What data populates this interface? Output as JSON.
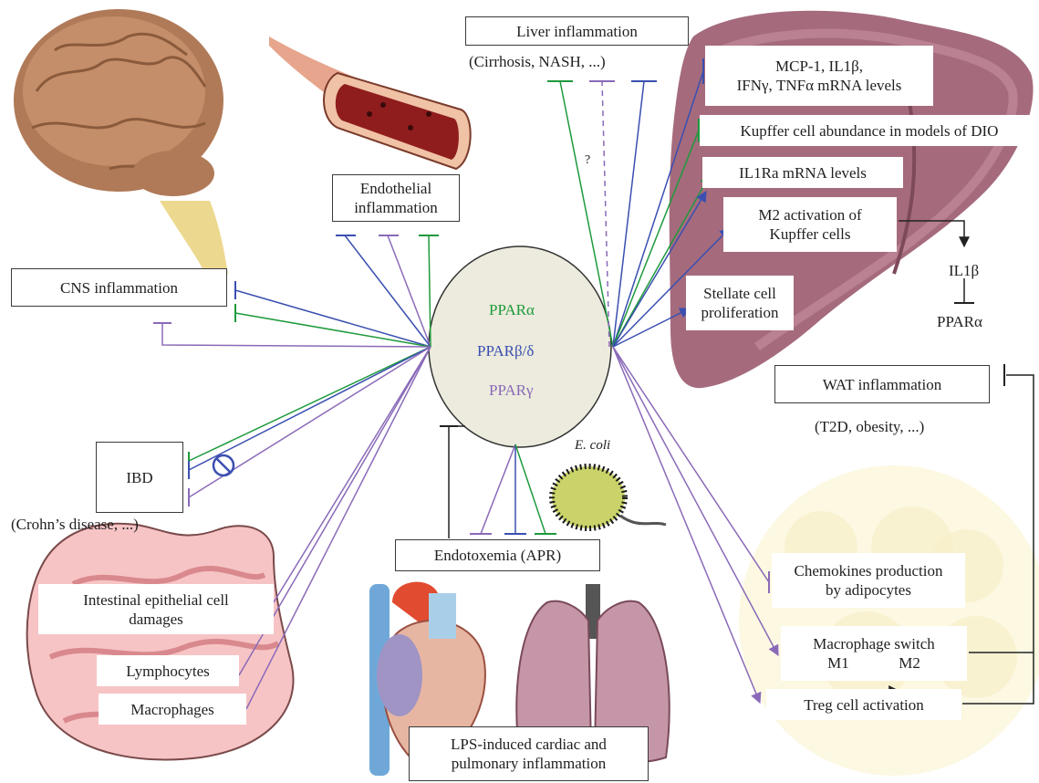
{
  "labels": {
    "liver_inflammation": "Liver inflammation",
    "liver_note": "(Cirrhosis, NASH, ...)",
    "endothelial_inflammation_l1": "Endothelial",
    "endothelial_inflammation_l2": "inflammation",
    "cns_inflammation": "CNS inflammation",
    "ibd": "IBD",
    "ibd_note": "(Crohn’s disease, ...)",
    "intestinal_l1": "Intestinal epithelial cell",
    "intestinal_l2": "damages",
    "lymphocytes": "Lymphocytes",
    "macrophages": "Macrophages",
    "endotoxemia": "Endotoxemia (APR)",
    "lps_l1": "LPS-induced cardiac and",
    "lps_l2": "pulmonary inflammation",
    "ecoli": "E. coli",
    "question_mark": "?",
    "mcp_l1": "MCP-1, IL1β,",
    "mcp_l2": "IFNγ, TNFα mRNA levels",
    "kupffer_abundance": "Kupffer cell abundance in models of DIO",
    "il1ra": "IL1Ra mRNA levels",
    "m2_l1": "M2 activation of",
    "m2_l2": "Kupffer cells",
    "stellate_l1": "Stellate cell",
    "stellate_l2": "proliferation",
    "il1b": "IL1β",
    "ppara_side": "PPARα",
    "wat_inflammation": "WAT inflammation",
    "wat_note": "(T2D, obesity, ...)",
    "chemokines_l1": "Chemokines production",
    "chemokines_l2": "by adipocytes",
    "macrophage_switch_l1": "Macrophage switch",
    "m1": "M1",
    "m2": "M2",
    "treg": "Treg cell activation"
  },
  "center": {
    "ppar_alpha": "PPARα",
    "ppar_beta_delta": "PPARβ/δ",
    "ppar_gamma": "PPARγ"
  },
  "colors": {
    "ppar_alpha": "#1e9a3c",
    "ppar_beta_delta": "#3a4fb0",
    "ppar_gamma": "#8a6ab8",
    "liver": "#a56b7d",
    "intestine": "#f4b7bb",
    "adipose": "#fbf6d8",
    "center_circle": "#ecebdd"
  },
  "icons": [
    "brain-icon",
    "blood-vessel-icon",
    "liver-icon",
    "intestine-icon",
    "heart-icon",
    "lungs-icon",
    "bacterium-icon",
    "adipose-tissue-icon",
    "inhibition-symbol-icon"
  ]
}
